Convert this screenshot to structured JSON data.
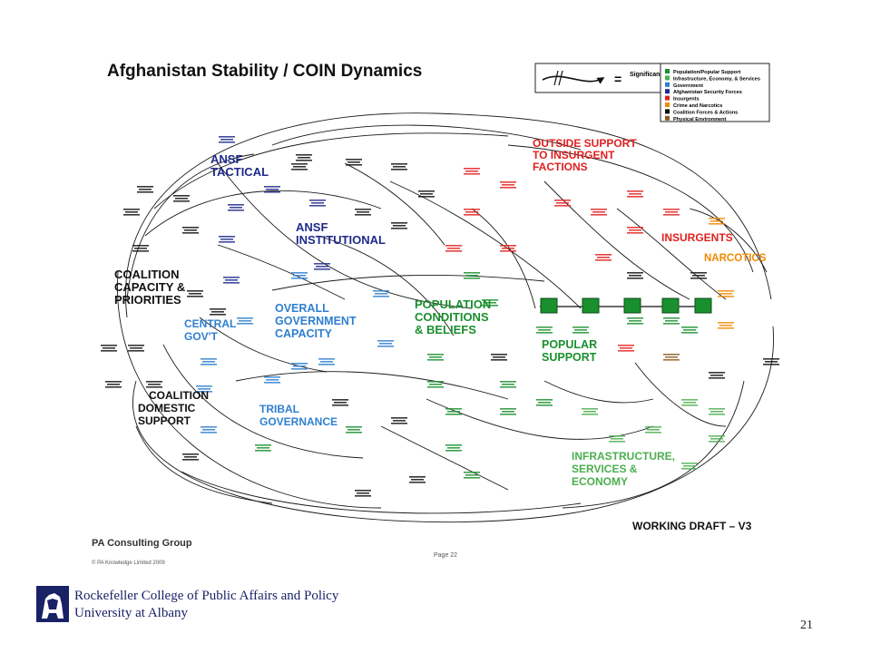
{
  "diagram": {
    "title": "Afghanistan Stability / COIN Dynamics",
    "delay_legend": {
      "symbol_label": "Significant Delay",
      "equals": "="
    },
    "legend": [
      {
        "label": "Population/Popular Support",
        "color": "#1a8f2e"
      },
      {
        "label": "Infrastructure, Economy, & Services",
        "color": "#4caf50"
      },
      {
        "label": "Government",
        "color": "#2f7fd0"
      },
      {
        "label": "Afghanistan Security Forces",
        "color": "#1f2a8a"
      },
      {
        "label": "Insurgents",
        "color": "#e02020"
      },
      {
        "label": "Crime and Narcotics",
        "color": "#f08a00"
      },
      {
        "label": "Coalition Forces & Actions",
        "color": "#111111"
      },
      {
        "label": "Physical Environment",
        "color": "#8a5a20"
      }
    ],
    "sector_labels": {
      "ansf_tactical": [
        "ANSF",
        "TACTICAL"
      ],
      "ansf_institutional": [
        "ANSF",
        "INSTITUTIONAL"
      ],
      "coalition_capacity": [
        "COALITION",
        "CAPACITY &",
        "PRIORITIES"
      ],
      "central_govt": [
        "CENTRAL",
        "GOV'T"
      ],
      "overall_govt": [
        "OVERALL",
        "GOVERNMENT",
        "CAPACITY"
      ],
      "coalition_domestic": [
        "COALITION",
        "DOMESTIC",
        "SUPPORT"
      ],
      "tribal_governance": [
        "TRIBAL",
        "GOVERNANCE"
      ],
      "population_conditions": [
        "POPULATION",
        "CONDITIONS",
        "& BELIEFS"
      ],
      "popular_support": [
        "POPULAR",
        "SUPPORT"
      ],
      "outside_support": [
        "OUTSIDE SUPPORT",
        "TO INSURGENT",
        "FACTIONS"
      ],
      "insurgents": [
        "INSURGENTS"
      ],
      "narcotics": [
        "NARCOTICS"
      ],
      "infrastructure": [
        "INFRASTRUCTURE,",
        "SERVICES &",
        "ECONOMY"
      ]
    },
    "draft_label": "WORKING DRAFT – V3",
    "credits": {
      "logo_text": "PA Consulting Group",
      "copyright": "© PA Knowledge Limited 2009",
      "page_label": "Page 22"
    }
  },
  "footer": {
    "institution_line1": "Rockefeller College of Public Affairs and Policy",
    "institution_line2": "University at Albany"
  },
  "slide_number": "21"
}
